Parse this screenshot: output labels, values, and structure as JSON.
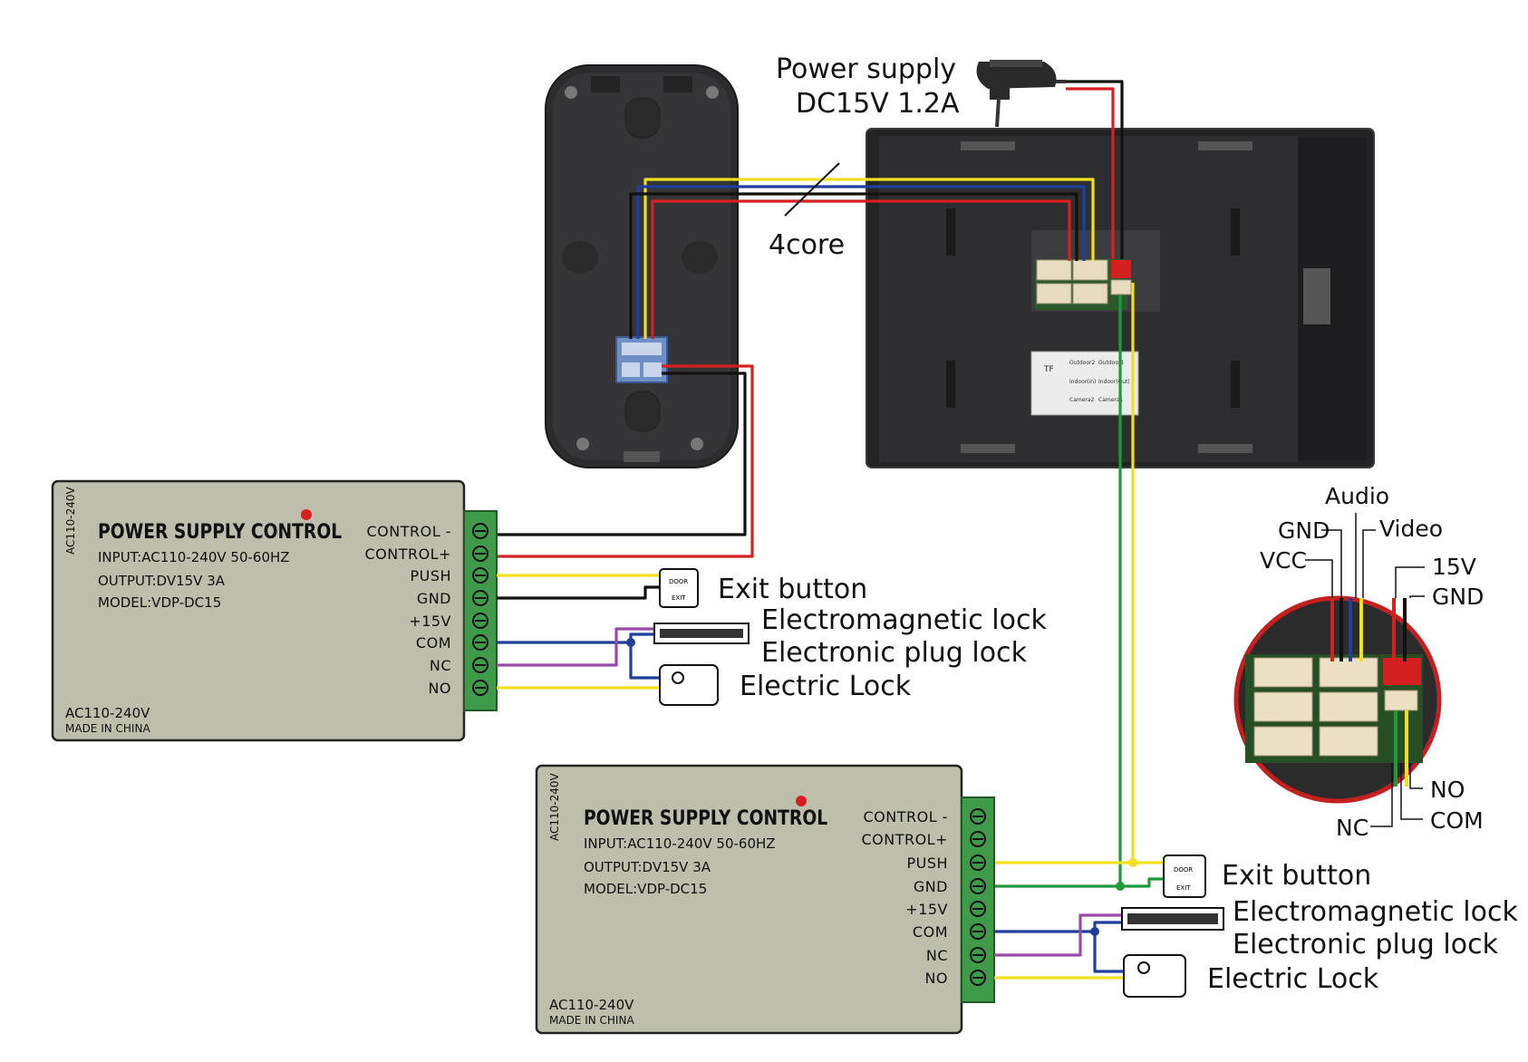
{
  "power_supply_label": {
    "line1": "Power supply",
    "line2": "DC15V 1.2A"
  },
  "cable_label": "4core",
  "psu": {
    "title": "POWER SUPPLY CONTROL",
    "input": "INPUT:AC110-240V 50-60HZ",
    "output": "OUTPUT:DV15V 3A",
    "model": "MODEL:VDP-DC15",
    "side_text": "AC110-240V",
    "footer1": "AC110-240V",
    "footer2": "MADE IN CHINA",
    "terminals": [
      "CONTROL -",
      "CONTROL+",
      "PUSH",
      "GND",
      "+15V",
      "COM",
      "NC",
      "NO"
    ]
  },
  "devices": {
    "exit_button": "Exit button",
    "em_lock": "Electromagnetic lock",
    "plug_lock": "Electronic plug lock",
    "electric_lock": "Electric Lock",
    "door_exit_text1": "DOOR",
    "door_exit_text2": "EXIT"
  },
  "callout": {
    "audio": "Audio",
    "gnd_left": "GND",
    "video": "Video",
    "vcc": "VCC",
    "v15": "15V",
    "gnd_right": "GND",
    "no": "NO",
    "com": "COM",
    "nc": "NC"
  },
  "monitor_board": {
    "tf": "TF",
    "ports": [
      "Outdoor2",
      "Outdoor1",
      "Indoor(in)",
      "Indoor(Out)",
      "Camera2",
      "Camera1"
    ]
  },
  "colors": {
    "red": "#d62020",
    "black": "#111111",
    "yellow": "#f2e020",
    "blue": "#1f3f9a",
    "purple": "#9a4aa8",
    "green": "#1e9a3c",
    "psu_body": "#bdbeab",
    "terminal_green": "#3f9a4a"
  }
}
